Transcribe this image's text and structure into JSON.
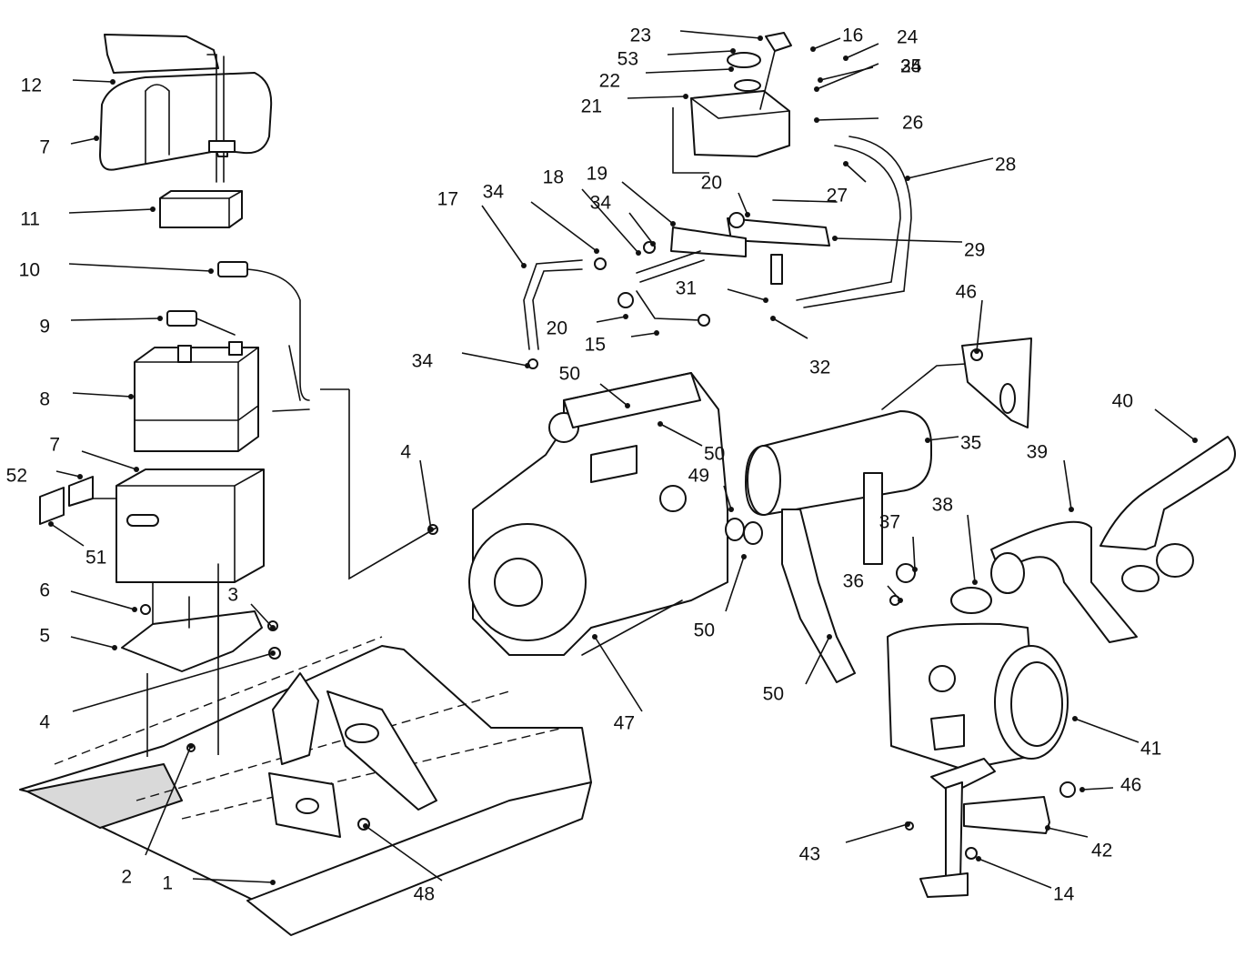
{
  "diagram": {
    "callouts": [
      {
        "label": "1"
      },
      {
        "label": "2"
      },
      {
        "label": "3"
      },
      {
        "label": "4"
      },
      {
        "label": "4"
      },
      {
        "label": "5"
      },
      {
        "label": "6"
      },
      {
        "label": "7"
      },
      {
        "label": "7"
      },
      {
        "label": "8"
      },
      {
        "label": "9"
      },
      {
        "label": "10"
      },
      {
        "label": "11"
      },
      {
        "label": "12"
      },
      {
        "label": "14"
      },
      {
        "label": "15"
      },
      {
        "label": "16"
      },
      {
        "label": "17"
      },
      {
        "label": "18"
      },
      {
        "label": "19"
      },
      {
        "label": "20"
      },
      {
        "label": "20"
      },
      {
        "label": "21"
      },
      {
        "label": "22"
      },
      {
        "label": "23"
      },
      {
        "label": "24"
      },
      {
        "label": "25"
      },
      {
        "label": "26"
      },
      {
        "label": "27"
      },
      {
        "label": "28"
      },
      {
        "label": "29"
      },
      {
        "label": "31"
      },
      {
        "label": "32"
      },
      {
        "label": "34"
      },
      {
        "label": "34"
      },
      {
        "label": "34"
      },
      {
        "label": "34"
      },
      {
        "label": "35"
      },
      {
        "label": "36"
      },
      {
        "label": "37"
      },
      {
        "label": "38"
      },
      {
        "label": "39"
      },
      {
        "label": "40"
      },
      {
        "label": "41"
      },
      {
        "label": "42"
      },
      {
        "label": "43"
      },
      {
        "label": "46"
      },
      {
        "label": "46"
      },
      {
        "label": "47"
      },
      {
        "label": "48"
      },
      {
        "label": "49"
      },
      {
        "label": "50"
      },
      {
        "label": "50"
      },
      {
        "label": "50"
      },
      {
        "label": "50"
      },
      {
        "label": "50"
      },
      {
        "label": "51"
      },
      {
        "label": "52"
      },
      {
        "label": "53"
      }
    ]
  }
}
